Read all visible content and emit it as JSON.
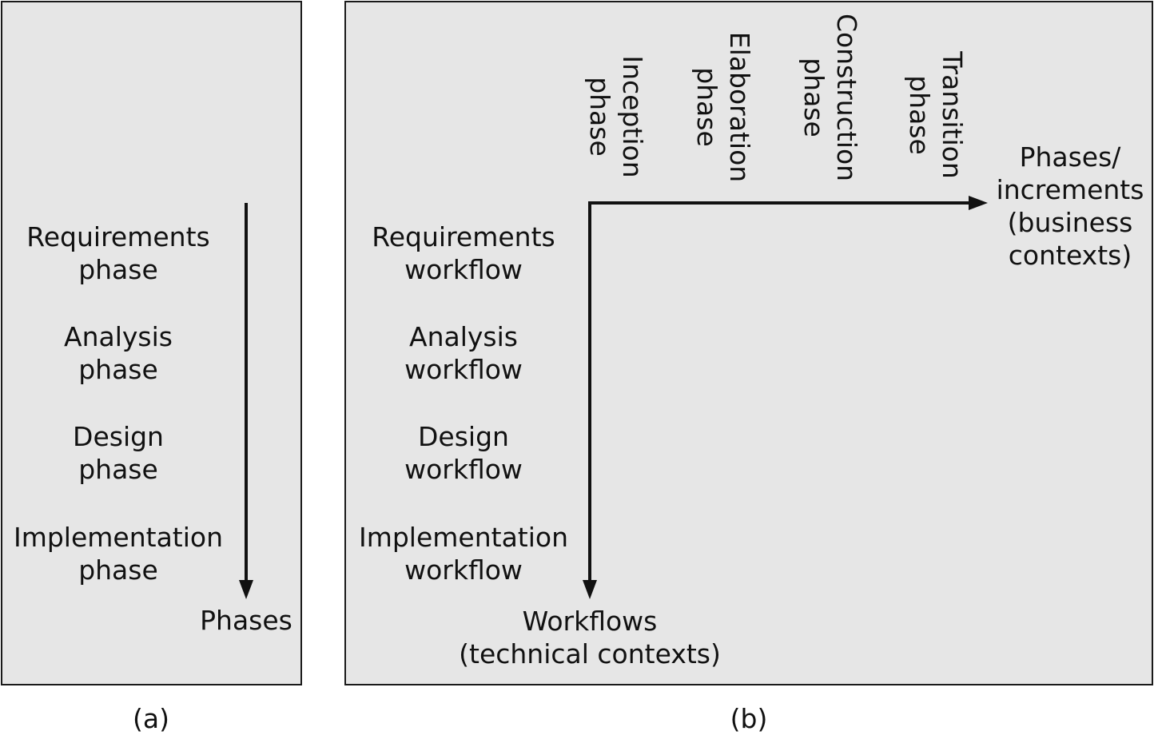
{
  "panel_a": {
    "caption": "(a)",
    "items": [
      {
        "line1": "Requirements",
        "line2": "phase"
      },
      {
        "line1": "Analysis",
        "line2": "phase"
      },
      {
        "line1": "Design",
        "line2": "phase"
      },
      {
        "line1": "Implementation",
        "line2": "phase"
      }
    ],
    "axis_label": "Phases"
  },
  "panel_b": {
    "caption": "(b)",
    "workflows": [
      {
        "line1": "Requirements",
        "line2": "workflow"
      },
      {
        "line1": "Analysis",
        "line2": "workflow"
      },
      {
        "line1": "Design",
        "line2": "workflow"
      },
      {
        "line1": "Implementation",
        "line2": "workflow"
      }
    ],
    "phases": [
      {
        "line1": "Inception",
        "line2": "phase"
      },
      {
        "line1": "Elaboration",
        "line2": "phase"
      },
      {
        "line1": "Construction",
        "line2": "phase"
      },
      {
        "line1": "Transition",
        "line2": "phase"
      }
    ],
    "vertical_axis_label": {
      "line1": "Workflows",
      "line2": "(technical contexts)"
    },
    "horizontal_axis_label": {
      "line1": "Phases/",
      "line2": "increments",
      "line3": "(business",
      "line4": "contexts)"
    }
  }
}
